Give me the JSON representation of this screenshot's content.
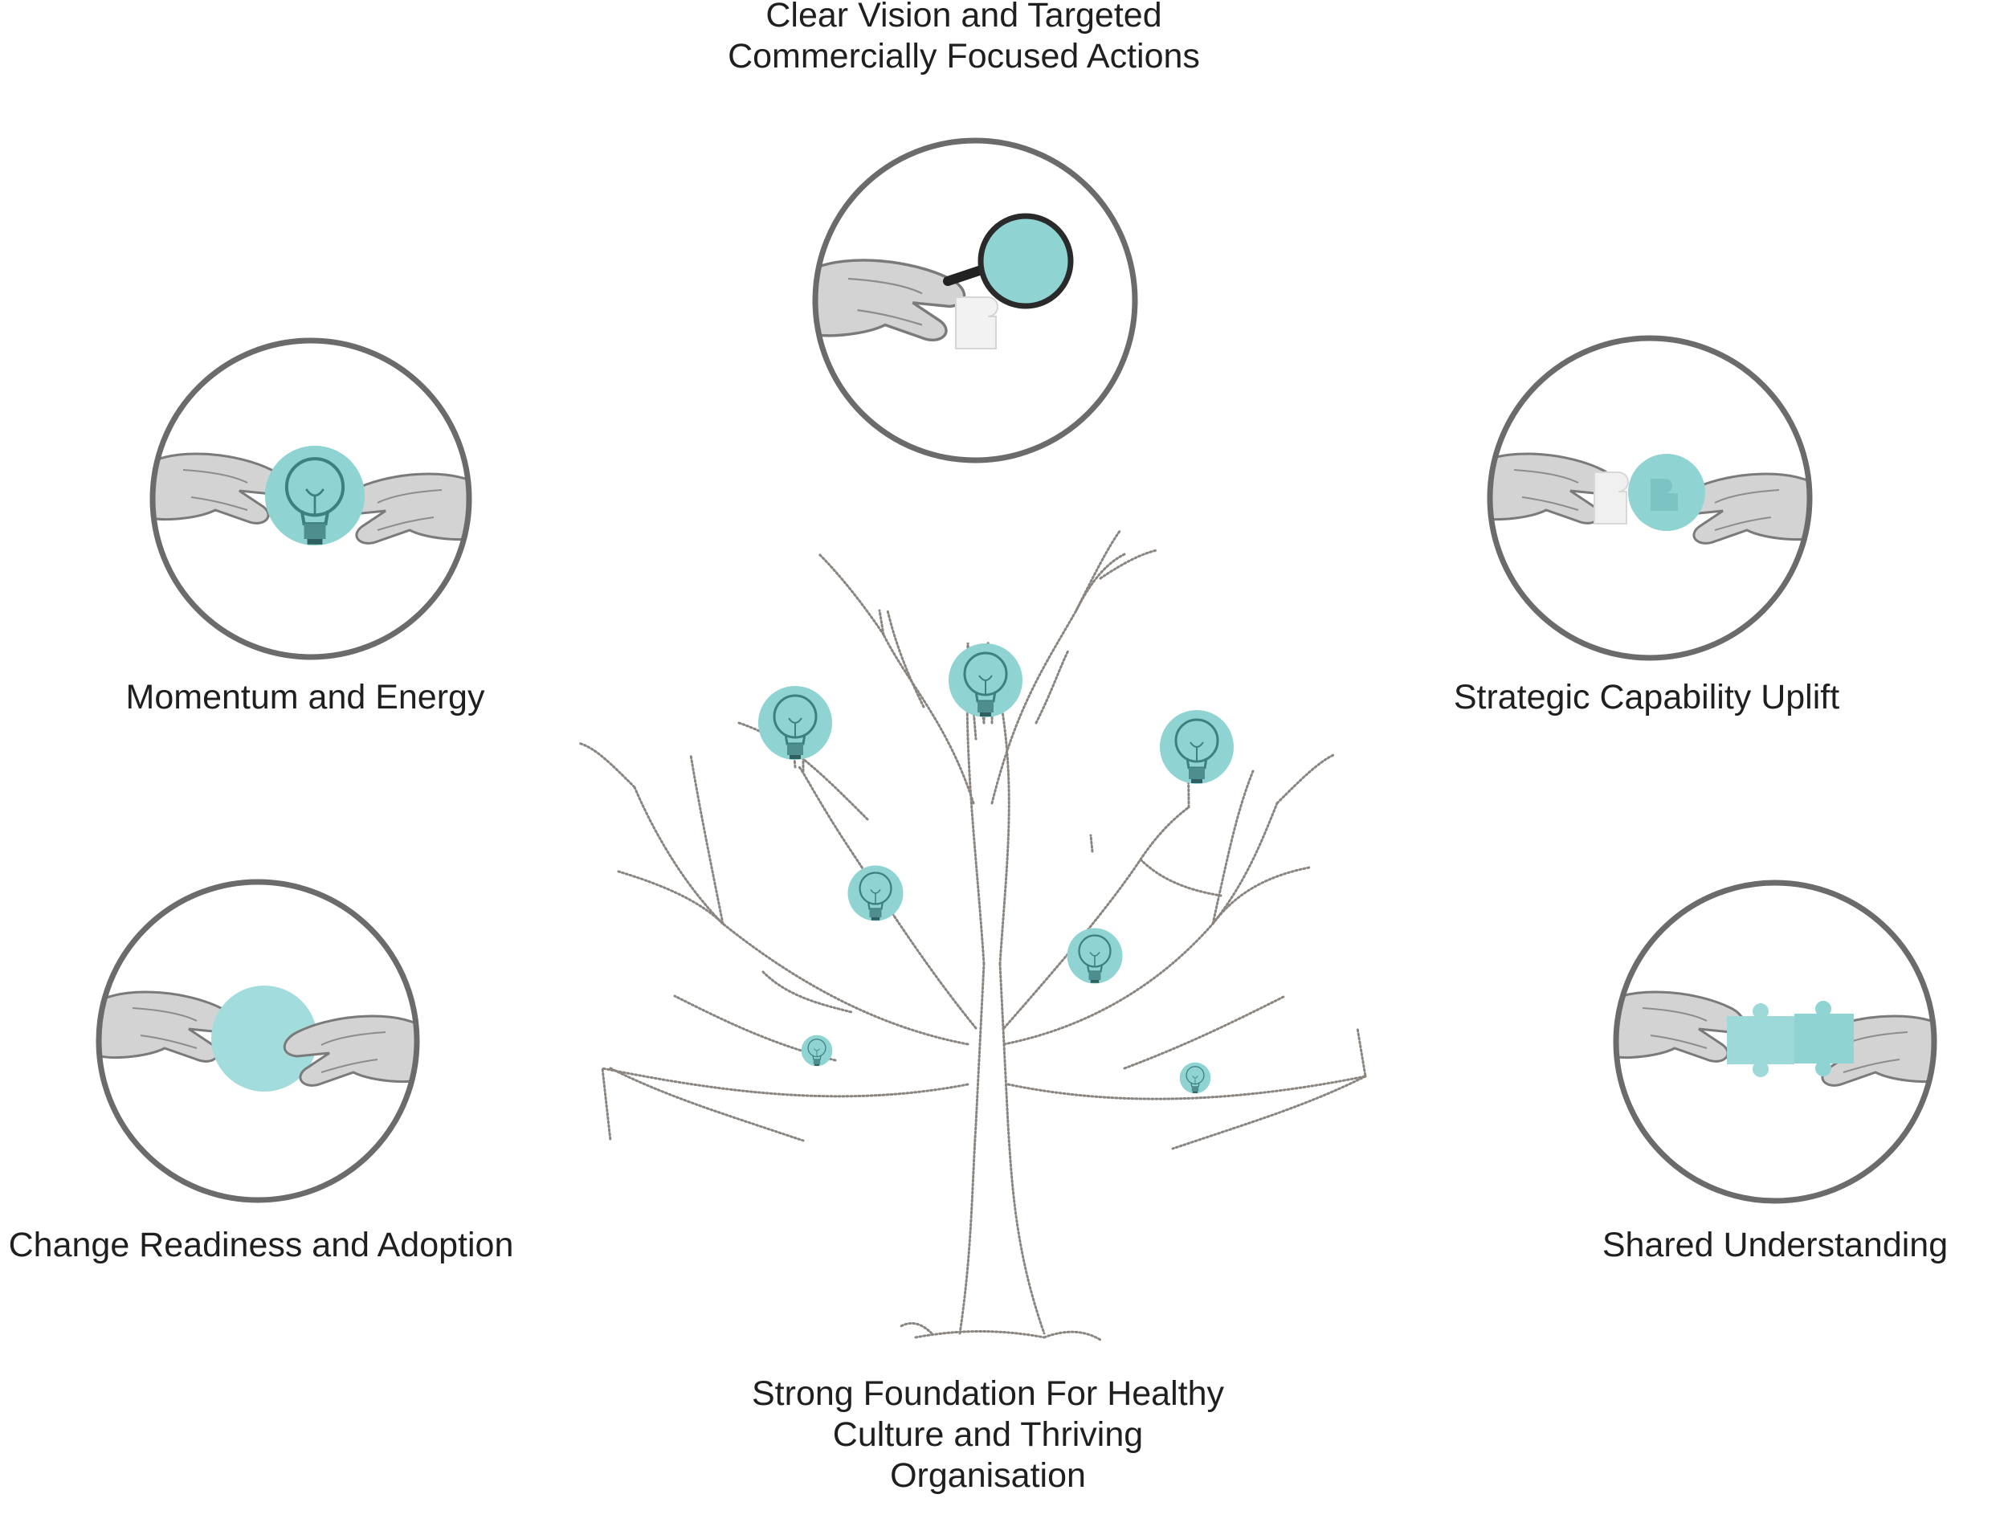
{
  "diagram": {
    "accent_color": "#8fd3d3",
    "ring_color": "#6b6b6b",
    "hand_color": "#c9c9c9",
    "nodes": {
      "top": {
        "lines": [
          "Clear Vision and Targeted",
          "Commercially Focused Actions"
        ],
        "icon": "magnifying-glass-icon"
      },
      "left": {
        "lines": [
          "Momentum and Energy"
        ],
        "icon": "lightbulb-icon"
      },
      "right": {
        "lines": [
          "Strategic Capability Uplift"
        ],
        "icon": "puzzle-piece-icon"
      },
      "bottom_left": {
        "lines": [
          "Change Readiness and Adoption"
        ],
        "icon": "accent-disc-icon"
      },
      "bottom_right": {
        "lines": [
          "Shared Understanding"
        ],
        "icon": "connected-puzzle-icon"
      }
    },
    "center": {
      "lines": [
        "Strong Foundation For Healthy",
        "Culture and Thriving",
        "Organisation"
      ],
      "icon": "tree-with-lightbulbs-icon"
    }
  }
}
